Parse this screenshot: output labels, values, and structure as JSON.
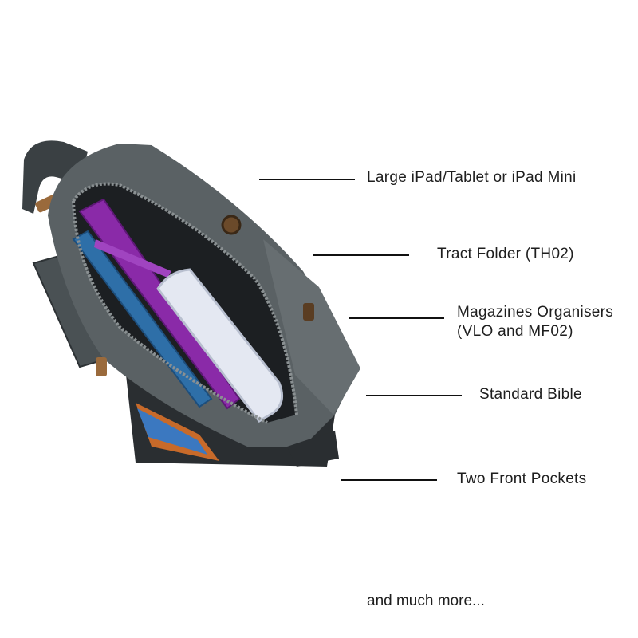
{
  "callouts": [
    {
      "label": "Large iPad/Tablet or iPad Mini"
    },
    {
      "label": "Tract Folder (TH02)"
    },
    {
      "label_line1": "Magazines Organisers",
      "label_line2": "(VLO and MF02)"
    },
    {
      "label": "Standard Bible"
    },
    {
      "label": "Two Front Pockets"
    }
  ],
  "footer": "and much more...",
  "colors": {
    "canvas": "#555c5f",
    "canvas_dark": "#3b4144",
    "lining": "#1c1f22",
    "purple_folder": "#8a2aa8",
    "blue_tablet": "#2e6fa8",
    "bible": "#e4e8f2",
    "leather": "#9a6a3c"
  }
}
